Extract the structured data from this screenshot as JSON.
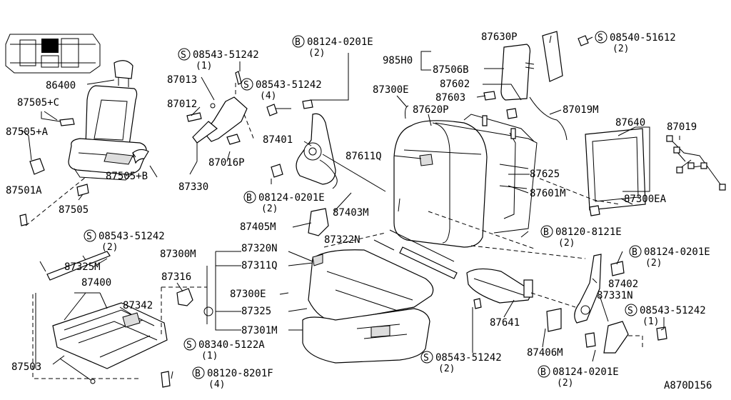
{
  "diagram_id": "A870D156",
  "labels": {
    "p86400": "86400",
    "p87505c": "87505+C",
    "p87505a": "87505+A",
    "p87505b": "87505+B",
    "p87501a": "87501A",
    "p87505": "87505",
    "p87013": "87013",
    "p87012": "87012",
    "p87330": "87330",
    "p87016p": "87016P",
    "p87401": "87401",
    "p87403m": "87403M",
    "p87405m": "87405M",
    "p87300e_top": "87300E",
    "p87620p": "87620P",
    "p87611q": "87611Q",
    "p87625": "87625",
    "p87601m": "87601M",
    "p87630p": "87630P",
    "p985h0": "985H0",
    "p87506b": "87506B",
    "p87602": "87602",
    "p87603": "87603",
    "p87019m": "87019M",
    "p87640": "87640",
    "p87019": "87019",
    "p87300ea": "87300EA",
    "p87325m": "87325M",
    "p87400": "87400",
    "p87342": "87342",
    "p87503": "87503",
    "p87316": "87316",
    "p87300m": "87300M",
    "p87320n": "87320N",
    "p87311q": "87311Q",
    "p87300e_mid": "87300E",
    "p87325": "87325",
    "p87301m": "87301M",
    "p87322n": "87322N",
    "p87641": "87641",
    "p87406m": "87406M",
    "p87402": "87402",
    "p87331n": "87331N"
  },
  "callouts": {
    "s1": {
      "prefix": "S",
      "code": "08543-51242",
      "qty": "(1)"
    },
    "b1": {
      "prefix": "B",
      "code": "08124-0201E",
      "qty": "(2)"
    },
    "s2": {
      "prefix": "S",
      "code": "08543-51242",
      "qty": "(4)"
    },
    "b2": {
      "prefix": "B",
      "code": "08124-0201E",
      "qty": "(2)"
    },
    "s3": {
      "prefix": "S",
      "code": "08540-51612",
      "qty": "(2)"
    },
    "b3": {
      "prefix": "B",
      "code": "08120-8121E",
      "qty": "(2)"
    },
    "s4": {
      "prefix": "S",
      "code": "08543-51242",
      "qty": "(2)"
    },
    "b4": {
      "prefix": "B",
      "code": "08124-0201E",
      "qty": "(2)"
    },
    "s5": {
      "prefix": "S",
      "code": "08543-51242",
      "qty": "(1)"
    },
    "s6": {
      "prefix": "S",
      "code": "08340-5122A",
      "qty": "(1)"
    },
    "s7": {
      "prefix": "S",
      "code": "08543-51242",
      "qty": "(2)"
    },
    "b5": {
      "prefix": "B",
      "code": "08120-8201F",
      "qty": "(4)"
    },
    "b6": {
      "prefix": "B",
      "code": "08124-0201E",
      "qty": "(2)"
    }
  }
}
